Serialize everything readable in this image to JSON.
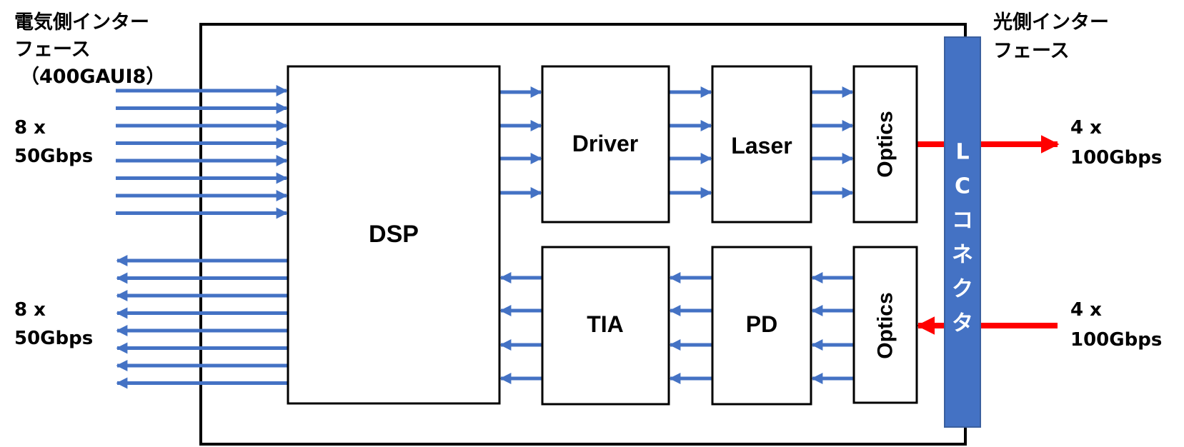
{
  "labels": {
    "electrical_interface": [
      "電気側インター",
      "フェース",
      "（400GAUI8）"
    ],
    "optical_interface": [
      "光側インター",
      "フェース"
    ],
    "tx_in_count": [
      "8 x",
      "50Gbps"
    ],
    "rx_out_count": [
      "8 x",
      "50Gbps"
    ],
    "tx_out_rate": [
      "4 x",
      "100Gbps"
    ],
    "rx_in_rate": [
      "4 x",
      "100Gbps"
    ]
  },
  "blocks": {
    "dsp": "DSP",
    "driver": "Driver",
    "laser": "Laser",
    "optics_tx": "Optics",
    "tia": "TIA",
    "pd": "PD",
    "optics_rx": "Optics"
  },
  "connector": {
    "label": [
      "L",
      "C",
      "コ",
      "ネ",
      "ク",
      "タ"
    ]
  },
  "colors": {
    "electrical_arrow": "#4472C4",
    "optical_arrow": "#FF0000",
    "connector_fill": "#4472C4",
    "block_stroke": "#000000"
  }
}
